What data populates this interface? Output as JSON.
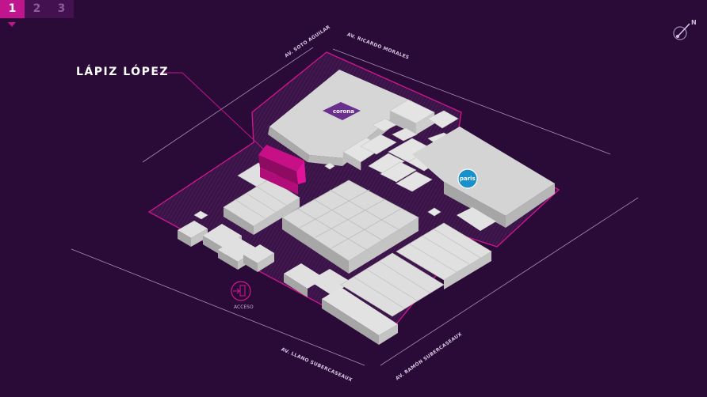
{
  "floor_selector": {
    "floors": [
      {
        "label": "1",
        "active": true
      },
      {
        "label": "2",
        "active": false
      },
      {
        "label": "3",
        "active": false
      }
    ]
  },
  "compass": {
    "label": "N"
  },
  "highlighted_store": {
    "name": "LÁPIZ LÓPEZ",
    "color": "#e0139a"
  },
  "streets": {
    "north_west": "AV. SOTO AGUILAR",
    "north_east": "AV. RICARDO MORALES",
    "south_west": "AV. LLANO SUBERCASEAUX",
    "south_east": "AV. RAMÓN SUBERCASEAUX"
  },
  "anchors": {
    "top": {
      "label": "corona"
    },
    "right": {
      "label": "paris"
    }
  },
  "access": {
    "label": "ACCESO"
  },
  "colors": {
    "background": "#2a0b38",
    "accent": "#c0158c",
    "building": "#dedede",
    "anchor_top": "#6a2f8e",
    "anchor_right": "#1a8fc9"
  }
}
